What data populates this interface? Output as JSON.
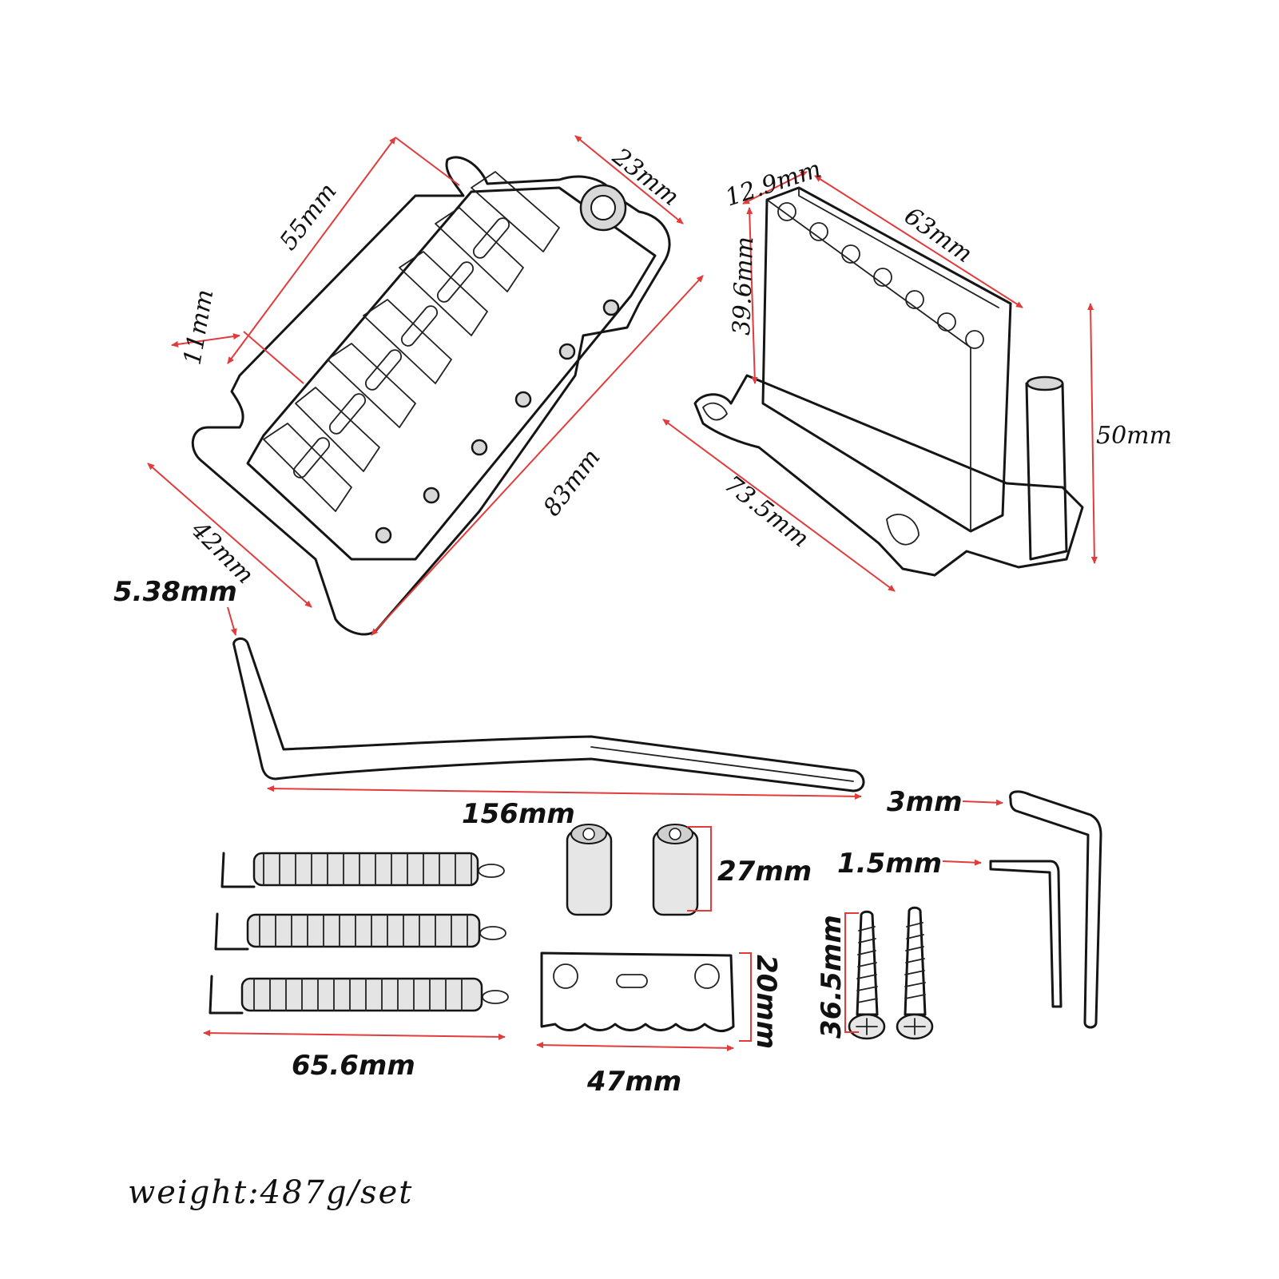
{
  "dimensions": {
    "bridge_length": "55mm",
    "bridge_depth": "23mm",
    "string_spacing": "11mm",
    "bridge_width": "83mm",
    "plate_depth": "42mm",
    "block_thickness": "12.9mm",
    "block_width": "63mm",
    "block_height": "39.6mm",
    "block_total_height": "50mm",
    "block_plate_length": "73.5mm",
    "arm_diameter": "5.38mm",
    "arm_length": "156mm",
    "hex_key_large": "3mm",
    "hex_key_small": "1.5mm",
    "bushing_height": "27mm",
    "spring_length": "65.6mm",
    "claw_height": "20mm",
    "claw_width": "47mm",
    "screw_length": "36.5mm"
  },
  "weight": "weight:487g/set",
  "colors": {
    "dimension_line": "#e23b3b",
    "ink": "#151515"
  }
}
